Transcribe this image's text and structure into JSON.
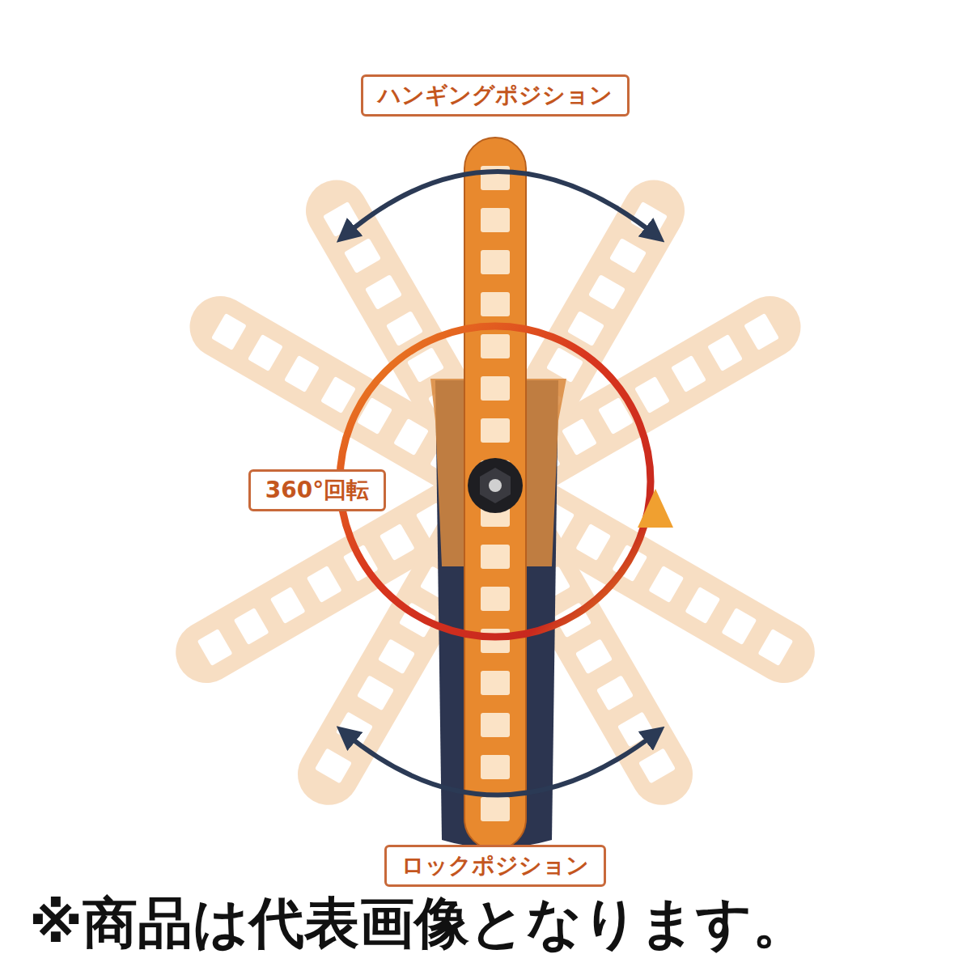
{
  "diagram": {
    "caption": "※商品は代表画像となります。",
    "nodes": [
      {
        "text": [
          "ハンギングポジション"
        ]
      },
      {
        "text": [
          "360°回転"
        ]
      },
      {
        "text": [
          "ロックポジション"
        ]
      }
    ]
  }
}
